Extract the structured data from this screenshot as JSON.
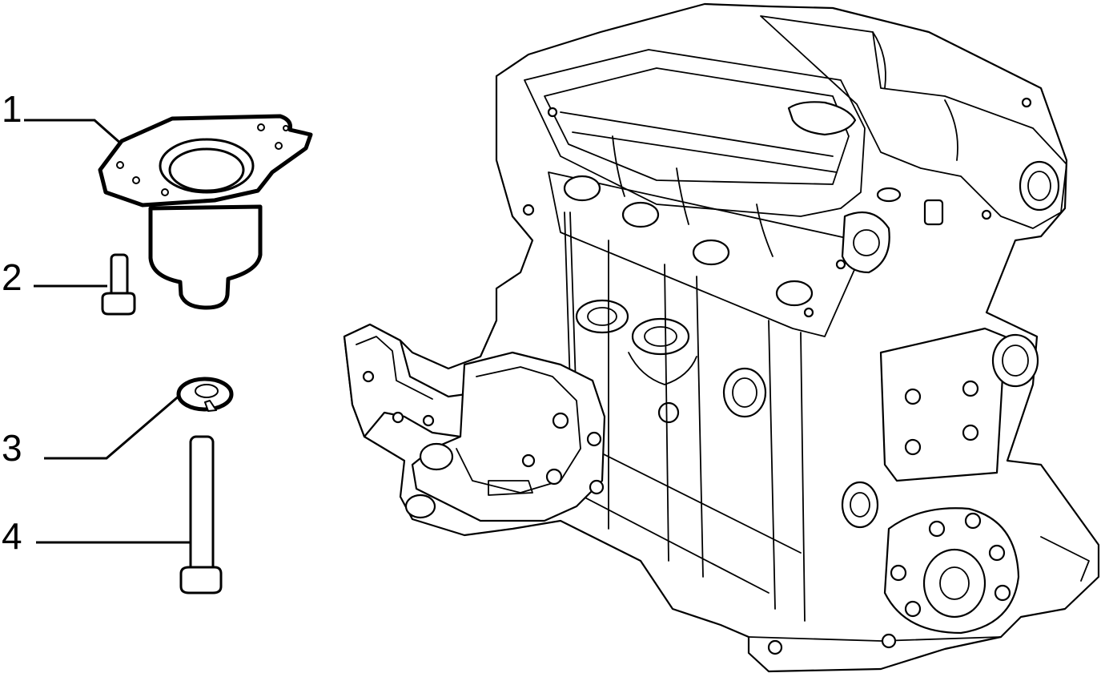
{
  "callouts": [
    {
      "number": "1"
    },
    {
      "number": "2"
    },
    {
      "number": "3"
    },
    {
      "number": "4"
    }
  ],
  "icons": [
    "mount-bracket-icon",
    "bolt-icon",
    "washer-icon",
    "long-bolt-icon",
    "engine-block-icon"
  ],
  "colors": {
    "line": "#000000",
    "background": "#ffffff"
  }
}
